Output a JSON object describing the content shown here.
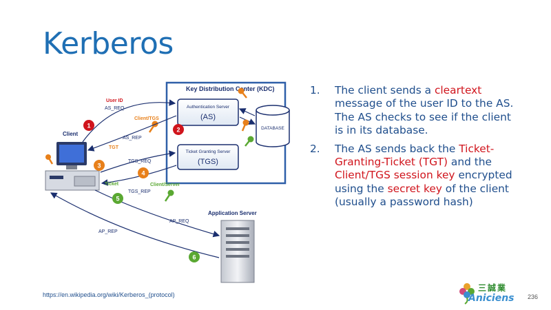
{
  "slide": {
    "title": "Kerberos",
    "page_number": "236",
    "source_url": "https://en.wikipedia.org/wiki/Kerberos_(protocol)",
    "logo": {
      "chinese": "三誠業",
      "english": "Aniciens"
    }
  },
  "diagram": {
    "kdc_title": "Key Distribution Center  (KDC)",
    "as_box": {
      "title": "Authentication Server",
      "abbr": "(AS)"
    },
    "tgs_box": {
      "title": "Ticket Granting Server",
      "abbr": "(TGS)"
    },
    "database_label": "DATABASE",
    "client_label": "Client",
    "app_server_label": "Application Server",
    "messages": {
      "user_id": "User ID",
      "as_req": "AS_REQ",
      "client_tgs": "Client/TGS",
      "as_rep": "AS_REP",
      "tgt": "TGT",
      "tgs_req": "TGS_REQ",
      "ticket": "Ticket",
      "client_server": "Client/Server",
      "tgs_rep": "TGS_REP",
      "ap_req": "AP_REQ",
      "ap_rep": "AP_REP"
    },
    "step_badges": [
      "1",
      "2",
      "3",
      "4",
      "5",
      "6"
    ],
    "colors": {
      "red": "#d0141c",
      "orange": "#e8801a",
      "green": "#5aa832",
      "navy": "#1a2e6e",
      "kdc_blue": "#2e5fa8"
    }
  },
  "steps": [
    {
      "number": "1.",
      "parts": [
        {
          "text": "The client sends a ",
          "highlight": false
        },
        {
          "text": "cleartext",
          "highlight": true
        },
        {
          "text": " message of the user ID to the AS. The AS checks to see if the client is in its database.",
          "highlight": false
        }
      ]
    },
    {
      "number": "2.",
      "parts": [
        {
          "text": "The AS sends back the ",
          "highlight": false
        },
        {
          "text": "Ticket-Granting-Ticket (TGT)",
          "highlight": true
        },
        {
          "text": " and the ",
          "highlight": false
        },
        {
          "text": "Client/TGS session key",
          "highlight": true
        },
        {
          "text": " encrypted using the ",
          "highlight": false
        },
        {
          "text": "secret key",
          "highlight": true
        },
        {
          "text": " of the client (usually a password hash)",
          "highlight": false
        }
      ]
    }
  ]
}
